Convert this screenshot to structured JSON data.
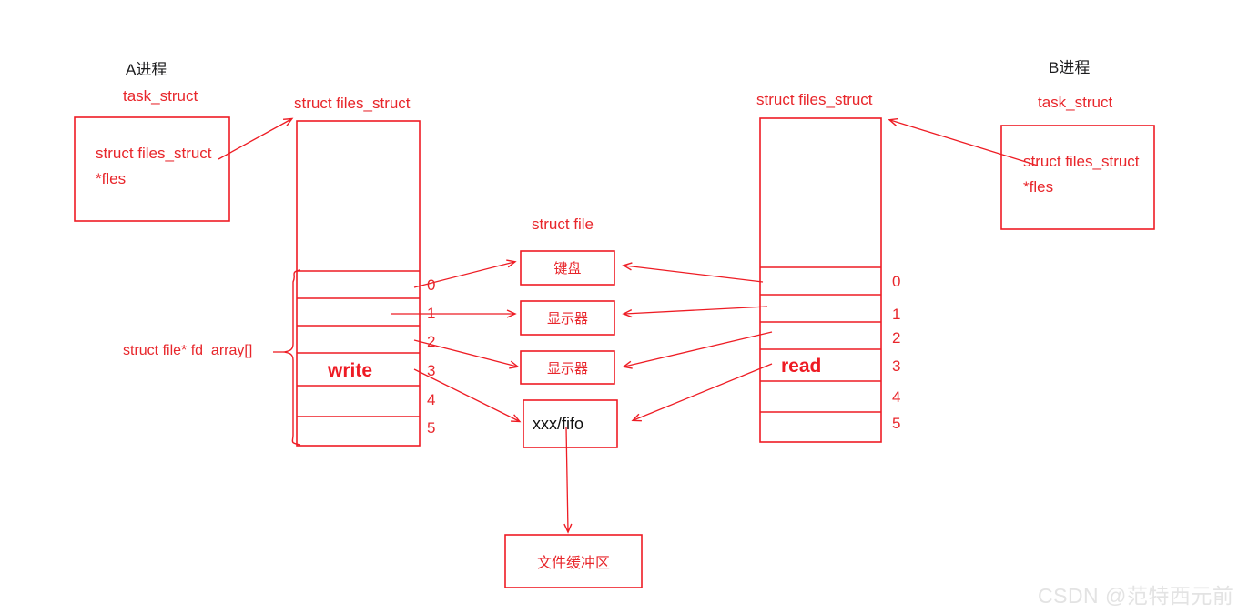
{
  "diagram": {
    "title_left_process": "A进程",
    "title_right_process": "B进程",
    "left": {
      "task_struct_label": "task_struct",
      "task_struct_line1": "struct files_struct",
      "task_struct_line2": "*fles",
      "files_struct_label": "struct files_struct",
      "fd_array_label": "struct file* fd_array[]",
      "op_label": "write",
      "indices": [
        "0",
        "1",
        "2",
        "3",
        "4",
        "5"
      ]
    },
    "right": {
      "task_struct_label": "task_struct",
      "task_struct_line1": "struct files_struct",
      "task_struct_line2": "*fles",
      "files_struct_label": "struct files_struct",
      "op_label": "read",
      "indices": [
        "0",
        "1",
        "2",
        "3",
        "4",
        "5"
      ]
    },
    "center": {
      "struct_file_label": "struct file",
      "files": [
        {
          "name": "键盘",
          "color": "#e8262b"
        },
        {
          "name": "显示器",
          "color": "#e8262b"
        },
        {
          "name": "显示器",
          "color": "#e8262b"
        },
        {
          "name": "xxx/fifo",
          "color": "#111111"
        }
      ],
      "buffer_label": "文件缓冲区"
    },
    "watermark": "CSDN @范特西元前",
    "colors": {
      "stroke": "#ee1c24",
      "text_red": "#e8262b",
      "text_black": "#111111",
      "bold_red": "#ee1b24",
      "watermark": "#e3e3e3",
      "background": "#ffffff"
    }
  }
}
